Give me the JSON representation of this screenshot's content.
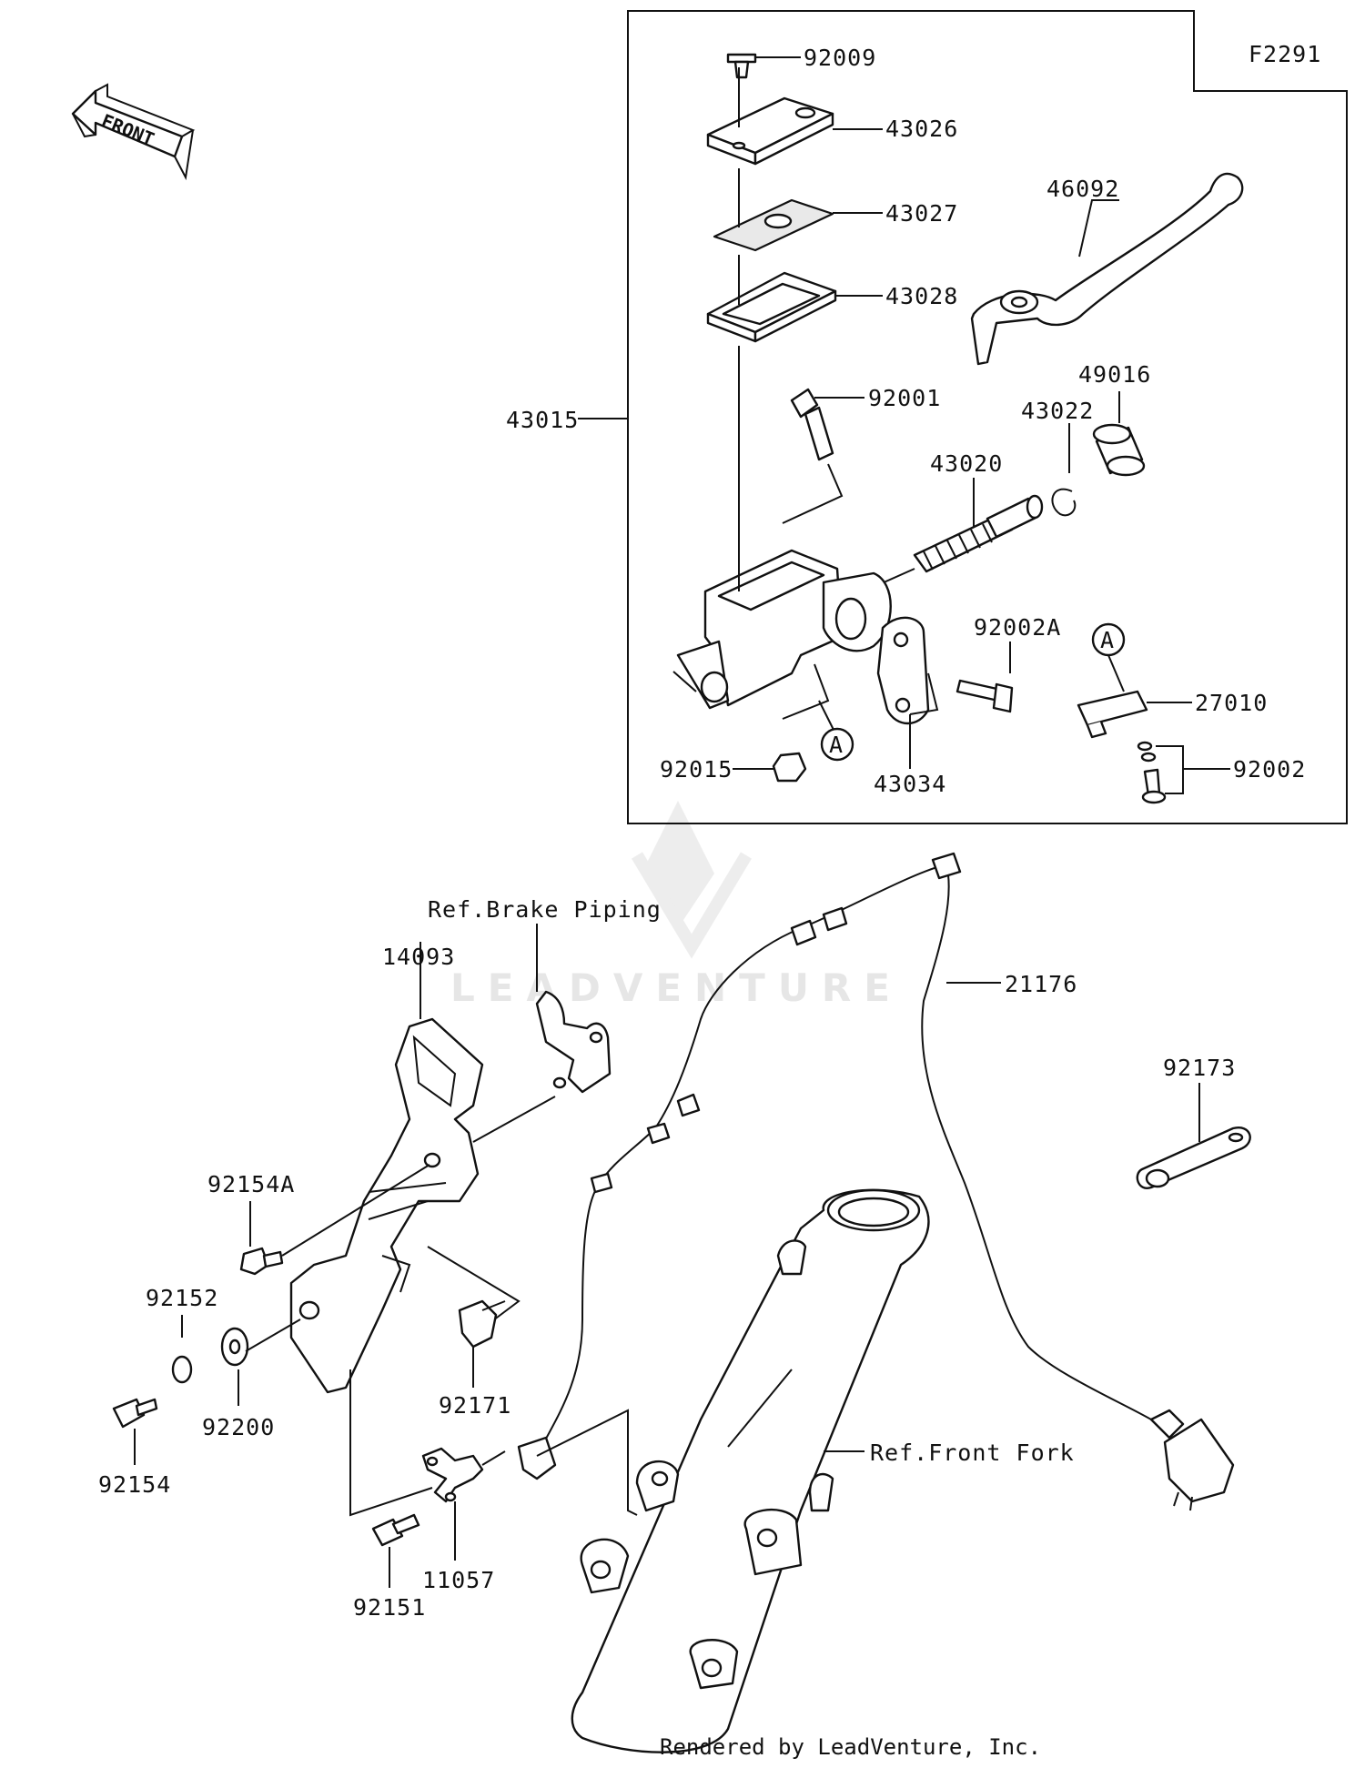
{
  "figure_id": "F2291",
  "front_label": "FRONT",
  "watermark": "LEADVENTURE",
  "footer": "Rendered by LeadVenture, Inc.",
  "callout_letter": "A",
  "colors": {
    "ink": "#111111",
    "watermark": "#e6e6e6",
    "background": "#ffffff"
  },
  "parts": {
    "p92009": "92009",
    "p43026": "43026",
    "p43027": "43027",
    "p43028": "43028",
    "p46092": "46092",
    "p43015": "43015",
    "p92001": "92001",
    "p49016": "49016",
    "p43022": "43022",
    "p43020": "43020",
    "p92002A": "92002A",
    "p27010": "27010",
    "p92015": "92015",
    "p43034": "43034",
    "p92002": "92002",
    "p14093": "14093",
    "p21176": "21176",
    "p92173": "92173",
    "p92154A": "92154A",
    "p92152": "92152",
    "p92200": "92200",
    "p92171": "92171",
    "p92154": "92154",
    "p11057": "11057",
    "p92151": "92151"
  },
  "references": {
    "brake_piping": "Ref.Brake Piping",
    "front_fork": "Ref.Front Fork"
  }
}
